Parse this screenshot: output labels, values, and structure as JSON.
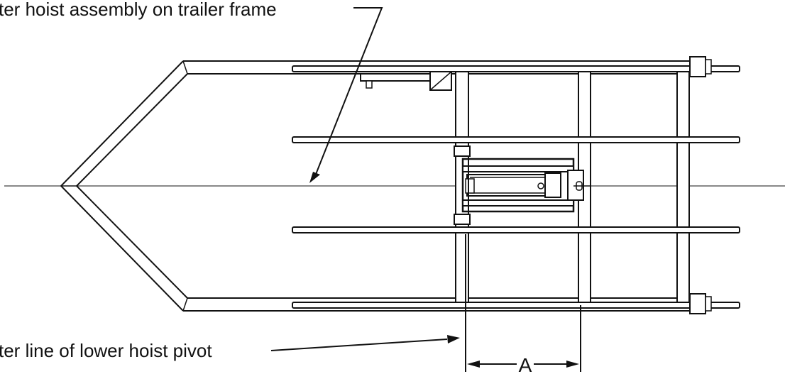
{
  "callouts": {
    "top_label": "ter hoist assembly on trailer frame",
    "bottom_label": "ter line of lower hoist pivot"
  },
  "dimension": {
    "label": "A"
  },
  "colors": {
    "ink": "#111111",
    "paper": "#ffffff"
  }
}
